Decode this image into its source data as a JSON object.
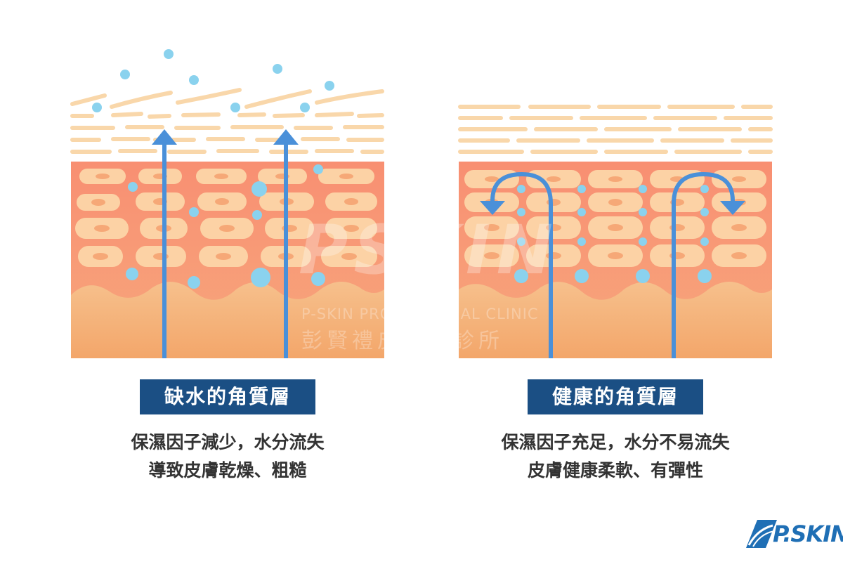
{
  "colors": {
    "accent": "#1b4f84",
    "arrow": "#4a90d9",
    "droplet": "#8ad2ee",
    "skin_top": "#f59b78",
    "skin_bottom": "#f4a96a",
    "cell": "#fcd4a8",
    "stratum": "#f9d9ad"
  },
  "left": {
    "title": "缺水的角質層",
    "desc_line1": "保濕因子減少，水分流失",
    "desc_line2": "導致皮膚乾燥、粗糙"
  },
  "right": {
    "title": "健康的角質層",
    "desc_line1": "保濕因子充足，水分不易流失",
    "desc_line2": "皮膚健康柔軟、有彈性"
  },
  "watermark": {
    "mark": "PSKIN",
    "english": "P-SKIN PROFESSIONAL CLINIC",
    "chinese": "彭賢禮皮膚科診所"
  },
  "logo": {
    "text": "P.SKIN"
  }
}
